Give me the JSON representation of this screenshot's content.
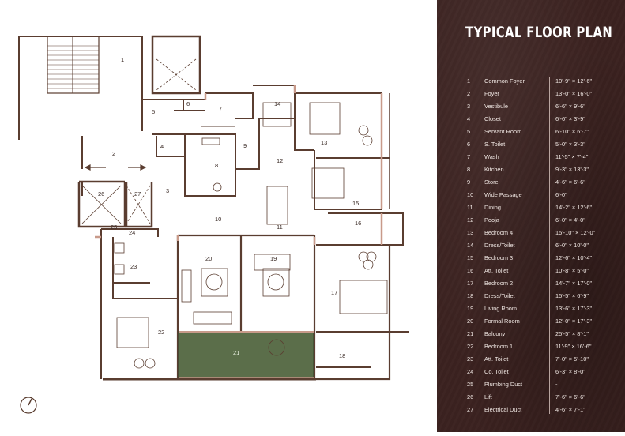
{
  "panel": {
    "title": "TYPICAL  FLOOR PLAN",
    "rooms": [
      {
        "num": "1",
        "name": "Common Foyer",
        "dim": "10'-9\" × 12'-6\""
      },
      {
        "num": "2",
        "name": "Foyer",
        "dim": "13'-0\" × 16'-0\""
      },
      {
        "num": "3",
        "name": "Vestibule",
        "dim": "6'-6\" × 9'-6\""
      },
      {
        "num": "4",
        "name": "Closet",
        "dim": "6'-6\" × 3'-9\""
      },
      {
        "num": "5",
        "name": "Servant Room",
        "dim": "6'-10\" × 6'-7\""
      },
      {
        "num": "6",
        "name": "S. Toilet",
        "dim": "5'-0\" × 3'-3\""
      },
      {
        "num": "7",
        "name": "Wash",
        "dim": "11'-5\" × 7'-4\""
      },
      {
        "num": "8",
        "name": "Kitchen",
        "dim": "9'-3\" × 13'-3\""
      },
      {
        "num": "9",
        "name": "Store",
        "dim": "4'-6\" × 6'-6\""
      },
      {
        "num": "10",
        "name": "Wide Passage",
        "dim": "6'-0\""
      },
      {
        "num": "11",
        "name": "Dining",
        "dim": "14'-2\" × 12'-6\""
      },
      {
        "num": "12",
        "name": "Pooja",
        "dim": "6'-0\" × 4'-0\""
      },
      {
        "num": "13",
        "name": "Bedroom 4",
        "dim": "15'-10\" × 12'-0\""
      },
      {
        "num": "14",
        "name": "Dress/Toilet",
        "dim": "6'-0\" × 10'-0\""
      },
      {
        "num": "15",
        "name": "Bedroom 3",
        "dim": "12'-6\" × 10'-4\""
      },
      {
        "num": "16",
        "name": "Att. Toilet",
        "dim": "10'-8\" × 5'-0\""
      },
      {
        "num": "17",
        "name": "Bedroom 2",
        "dim": "14'-7\" × 17'-0\""
      },
      {
        "num": "18",
        "name": "Dress/Toilet",
        "dim": "15'-5\" × 6'-9\""
      },
      {
        "num": "19",
        "name": "Living Room",
        "dim": "13'-6\" × 17'-3\""
      },
      {
        "num": "20",
        "name": "Formal Room",
        "dim": "12'-0\" × 17'-3\""
      },
      {
        "num": "21",
        "name": "Balcony",
        "dim": "25'-5\" × 8'-1\""
      },
      {
        "num": "22",
        "name": "Bedroom 1",
        "dim": "11'-9\" × 16'-6\""
      },
      {
        "num": "23",
        "name": "Att. Toilet",
        "dim": "7'-0\" × 5'-10\""
      },
      {
        "num": "24",
        "name": "Co. Toilet",
        "dim": "6'-3\" × 8'-0\""
      },
      {
        "num": "25",
        "name": "Plumbing Duct",
        "dim": "-"
      },
      {
        "num": "26",
        "name": "Lift",
        "dim": "7'-6\" × 6'-6\""
      },
      {
        "num": "27",
        "name": "Electrical Duct",
        "dim": "4'-6\" × 7'-1\""
      }
    ]
  },
  "plan": {
    "labels": [
      "1",
      "2",
      "3",
      "4",
      "5",
      "6",
      "7",
      "8",
      "9",
      "10",
      "11",
      "12",
      "13",
      "14",
      "15",
      "16",
      "17",
      "18",
      "19",
      "20",
      "21",
      "22",
      "23",
      "24",
      "25",
      "26",
      "27"
    ],
    "colors": {
      "wall": "#5a3d30",
      "accent": "#c89a8a",
      "balcony": "#5b6e4a",
      "panel": "#3b2220"
    }
  }
}
